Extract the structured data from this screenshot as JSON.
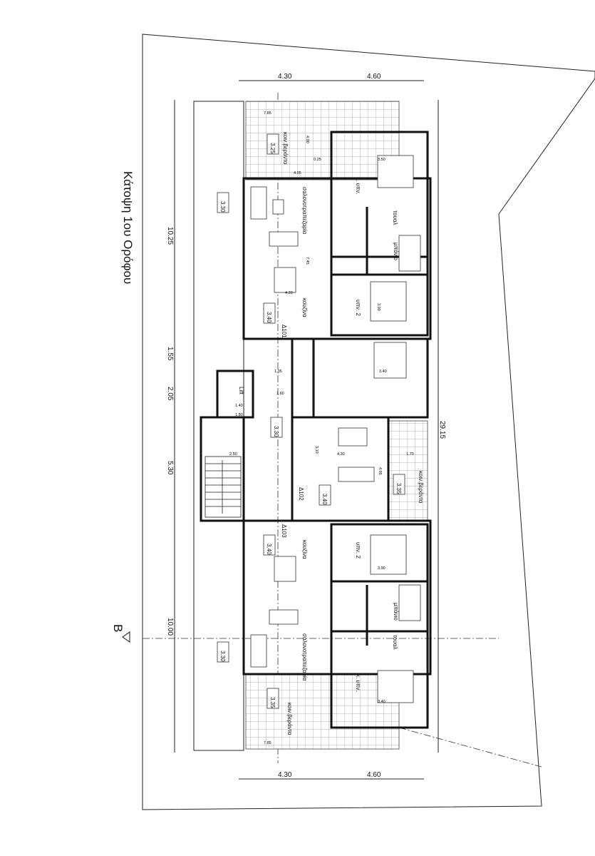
{
  "title": "Κάτοψη 1ου Ορόφου",
  "section_marker": "Β",
  "dimensions": {
    "top": [
      "4.30",
      "4.60"
    ],
    "bottom": [
      "4.30",
      "4.60"
    ],
    "left": [
      "10.25",
      "1.55",
      "2.05",
      "5.30",
      "10.00"
    ],
    "right_total": "29.15"
  },
  "rooms": {
    "upper_unit": {
      "veranda": "κοιν.βεράντα",
      "living": "σαλονοτραπεζαρία",
      "master_bedroom": "κ. υπν.",
      "wc": "τουαλ",
      "bathroom": "μπάνιο",
      "bedroom2": "υπν. 2",
      "kitchen": "κουζίνα",
      "door": "Δ101"
    },
    "middle_unit": {
      "veranda": "κοιν.βεράντα",
      "door": "Δ102",
      "door2": "Δ103"
    },
    "core": {
      "lift": "Lift"
    },
    "lower_unit": {
      "kitchen": "κουζίνα",
      "bedroom2": "υπν. 2",
      "bathroom": "μπάνιο",
      "wc": "τουαλ",
      "living": "σαλονοτραπεζαρία",
      "master_bedroom": "κ. υπν.",
      "veranda": "κοιν.βεράντα"
    }
  },
  "levels": {
    "upper_veranda": "3.25",
    "upper_terrace": "3.30",
    "upper_kitchen": "3.40",
    "lobby": "3.30",
    "middle_living": "3.40",
    "middle_veranda": "3.35",
    "lower_kitchen": "3.40",
    "lower_terrace": "3.30",
    "lower_veranda": "3.35"
  },
  "inner_dims": [
    "7.85",
    "4.00",
    "4.05",
    "0.25",
    "3.50",
    "7.45",
    "4.20",
    "3.00",
    "3.40",
    "1.35",
    "1.60",
    "1.40",
    "1.80",
    "2.50",
    "4.30",
    "3.10",
    "4.95",
    "1.70",
    "3.90",
    "3.40",
    "7.85"
  ]
}
